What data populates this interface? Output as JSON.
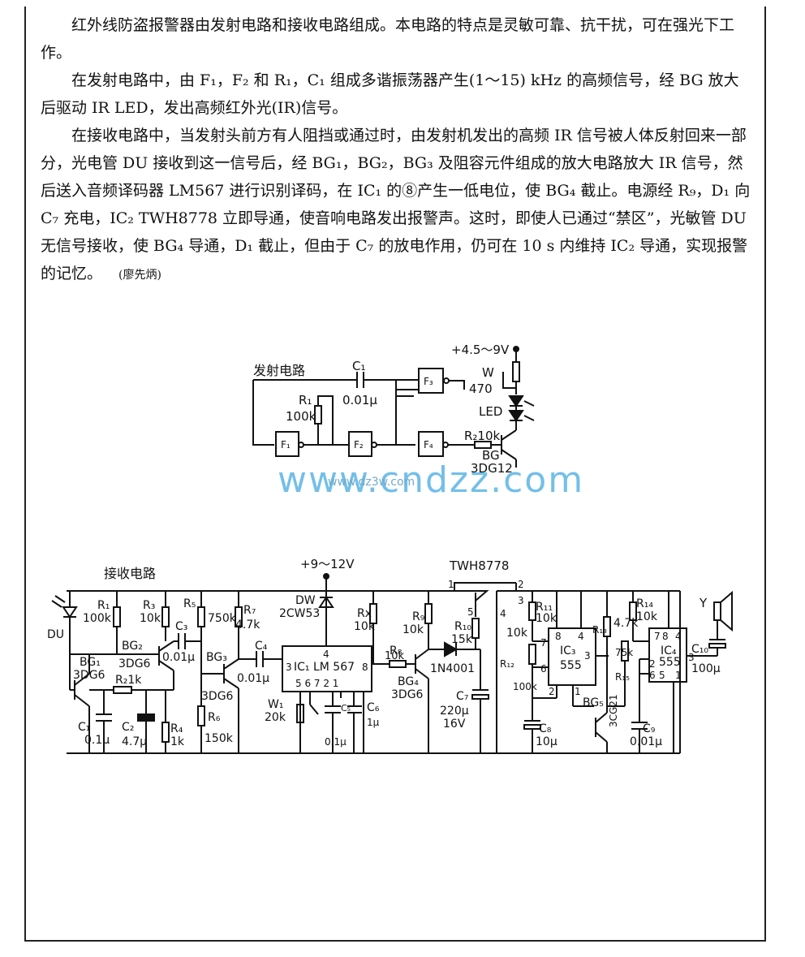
{
  "text": {
    "para1": "红外线防盗报警器由发射电路和接收电路组成。本电路的特点是灵敏可靠、抗干扰，可在强光下工作。",
    "para2": "在发射电路中，由 F₁，F₂ 和 R₁，C₁ 组成多谐振荡器产生(1～15) kHz 的高频信号，经 BG 放大后驱动 IR LED，发出高频红外光(IR)信号。",
    "para3": "在接收电路中，当发射头前方有人阻挡或通过时，由发射机发出的高频 IR 信号被人体反射回来一部分，光电管 DU 接收到这一信号后，经 BG₁，BG₂，BG₃ 及阻容元件组成的放大电路放大 IR 信号，然后送入音频译码器 LM567 进行识别译码，在 IC₁ 的⑧产生一低电位，使 BG₄ 截止。电源经 R₉，D₁ 向 C₇ 充电，IC₂ TWH8778 立即导通，使音响电路发出报警声。这时，即使人已通过“禁区”，光敏管 DU 无信号接收，使 BG₄ 导通，D₁ 截止，但由于 C₇ 的放电作用，仍可在 10 s 内维持 IC₂ 导通，实现报警的记忆。",
    "author": "(廖先炳)"
  },
  "transmitter": {
    "title": "发射电路",
    "supply": "+4.5～9V",
    "c1": "C₁",
    "c1_val": "0.01μ",
    "r1": "R₁",
    "r1_val": "100k",
    "f1": "F₁",
    "f2": "F₂",
    "f3": "F₃",
    "f4": "F₄",
    "w": "W",
    "w_val": "470",
    "led": "LED",
    "r2": "R₂10k",
    "bg": "BG",
    "bg_type": "3DG12"
  },
  "watermark": {
    "main": "www.cndzz.com",
    "small": "www.dz3w.com"
  },
  "receiver": {
    "title": "接收电路",
    "supply": "+9～12V",
    "du": "DU",
    "r1": "R₁",
    "r1_val": "100k",
    "r3": "R₃",
    "r3_val": "10k",
    "r5": "R₅",
    "r5_val": "750k",
    "c3": "C₃",
    "c3_val": "0.01μ",
    "bg2": "BG₂",
    "bg2_type": "3DG6",
    "bg1": "BG₁",
    "bg1_type": "3DG6",
    "r2": "R₂1k",
    "c1": "C₁",
    "c1_val": "0.1μ",
    "c2": "C₂",
    "c2_val": "4.7μ",
    "r4": "R₄",
    "r4_val": "1k",
    "bg3": "BG₃",
    "bg3_type": "3DG6",
    "r6": "R₆",
    "r6_val": "150k",
    "r7": "R₇",
    "r7_val": "4.7k",
    "c4": "C₄",
    "c4_val": "0.01μ",
    "dw": "DW",
    "dw_type": "2CW53",
    "ic1": "IC₁ LM 567",
    "ic1_pins_top": "4",
    "ic1_pin3": "3",
    "ic1_pin8": "8",
    "ic1_pins_bottom": "5 6  7 2  1",
    "w1": "W₁",
    "w1_val": "20k",
    "c5": "C₅",
    "c5_val": "0.1μ",
    "c6": "C₆",
    "c6_val": "1μ",
    "rx": "Rx",
    "rx_val": "10k",
    "r8": "R₈",
    "r8_val": "10k",
    "r9": "R₉",
    "r9_val": "10k",
    "bg4": "BG₄",
    "bg4_type": "3DG6",
    "d1": "1N4001",
    "twh": "TWH8778",
    "twh_p1": "1",
    "twh_p2": "2",
    "twh_p3": "3",
    "twh_p4": "4",
    "twh_p5": "5",
    "r10": "R₁₀",
    "r10_val": "15k",
    "c7": "C₇",
    "c7_val": "220μ",
    "c7_v": "16V",
    "r11": "R₁₁",
    "r11_val": "10k",
    "r12": "R₁₂",
    "r12_val": "100k",
    "r12b": "10k",
    "ic3": "IC₃",
    "ic3_num": "555",
    "ic3_p8": "8",
    "ic3_p4": "4",
    "ic3_p7": "7",
    "ic3_p6": "6",
    "ic3_p3": "3",
    "ic3_p2": "2",
    "ic3_p1": "1",
    "c8": "C₈",
    "c8_val": "10μ",
    "bg5": "BG₅",
    "bg5_type": "3CG21",
    "r13": "R₁₃",
    "r13_val": "4.7k",
    "r15": "R₁₅",
    "r15_val": "75k",
    "c9": "C₉",
    "c9_val": "0.01μ",
    "r14": "R₁₄",
    "r14_val": "10k",
    "ic4": "IC₄",
    "ic4_num": "555",
    "ic4_p7": "7",
    "ic4_p8": "8",
    "ic4_p4": "4",
    "ic4_p2": "2",
    "ic4_p6": "6",
    "ic4_p5": "5",
    "ic4_p1": "1",
    "ic4_p3": "3",
    "c10": "C₁₀",
    "c10_val": "100μ",
    "y": "Y"
  }
}
